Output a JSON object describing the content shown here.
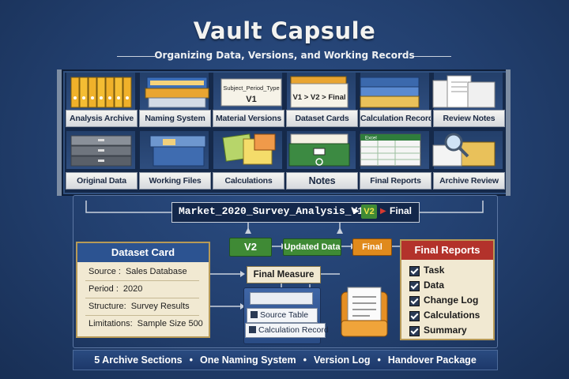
{
  "header": {
    "title": "Vault Capsule",
    "subtitle": "Organizing Data, Versions, and Working Records"
  },
  "shelf": {
    "top_labels": [
      "Analysis Archive",
      "Naming System",
      "Material Versions",
      "Dataset Cards",
      "Calculation Records",
      "Review Notes"
    ],
    "bottom_labels": [
      "Original Data",
      "Working Files",
      "Calculations",
      "Notes",
      "Final Reports",
      "Archive Review"
    ],
    "naming_card_line1": "Subject_Period_Type",
    "naming_card_line2": "V1",
    "versions_card_text": "V1 > V2 > Final",
    "calc_screen_text": "Excel"
  },
  "flow": {
    "file_name": "Market_2020_Survey_Analysis_V1",
    "name_v2": "V2",
    "name_final": "Final",
    "tag_v2": "V2",
    "tag_updated": "Updated Data",
    "tag_final": "Final",
    "final_measure": "Final Measure",
    "drawer_items": [
      "Source Table",
      "Calculation Record"
    ]
  },
  "dataset_card": {
    "title": "Dataset Card",
    "rows": [
      {
        "label": "Source :",
        "value": "Sales Database"
      },
      {
        "label": "Period :",
        "value": "2020"
      },
      {
        "label": "Structure:",
        "value": "Survey Results"
      },
      {
        "label": "Limitations:",
        "value": "Sample Size 500"
      }
    ]
  },
  "final_reports": {
    "title": "Final Reports",
    "items": [
      "Task",
      "Data",
      "Change Log",
      "Calculations",
      "Summary"
    ]
  },
  "footer": {
    "items": [
      "5 Archive Sections",
      "One Naming System",
      "Version Log",
      "Handover Package"
    ],
    "separator": "•"
  },
  "colors": {
    "background": "#223f6e",
    "green_tag": "#3f8a35",
    "orange_tag": "#e08a1c",
    "red_header": "#b3322b",
    "card_header": "#2c5391"
  }
}
